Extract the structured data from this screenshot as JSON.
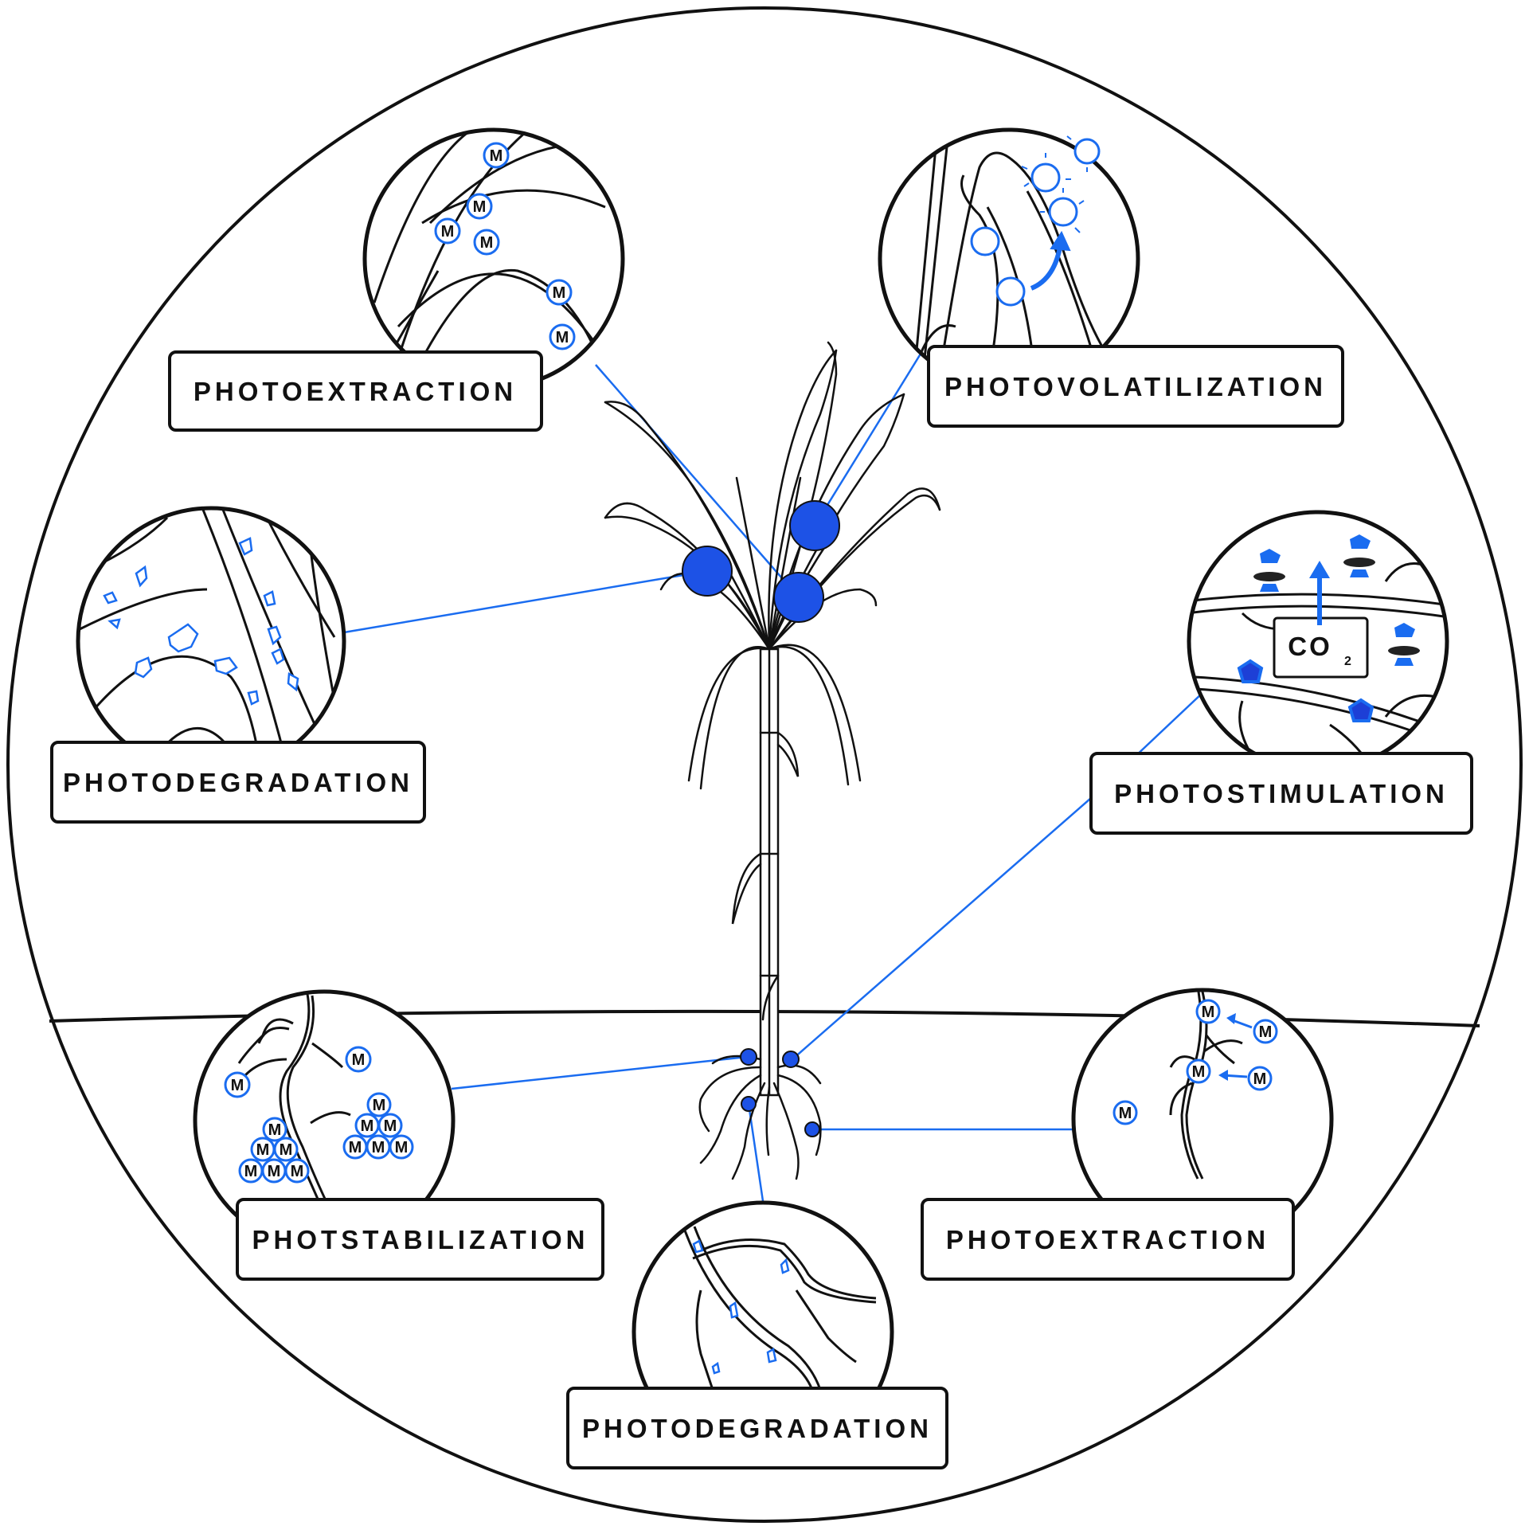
{
  "labels": {
    "photoextraction_top": "PHOTOEXTRACTION",
    "photovolatilization": "PHOTOVOLATILIZATION",
    "photodegradation_left": "PHOTODEGRADATION",
    "photostimulation": "PHOTOSTIMULATION",
    "photstabilization": "PHOTSTABILIZATION",
    "photoextraction_bottom": "PHOTOEXTRACTION",
    "photodegradation_bottom": "PHOTODEGRADATION"
  },
  "symbols": {
    "metal": "M",
    "co2": "CO",
    "co2_subscript": "2"
  },
  "colors": {
    "accent": "#1a6cf0",
    "accent_dark": "#1d3fd6",
    "outline": "#111111",
    "background": "#ffffff"
  }
}
